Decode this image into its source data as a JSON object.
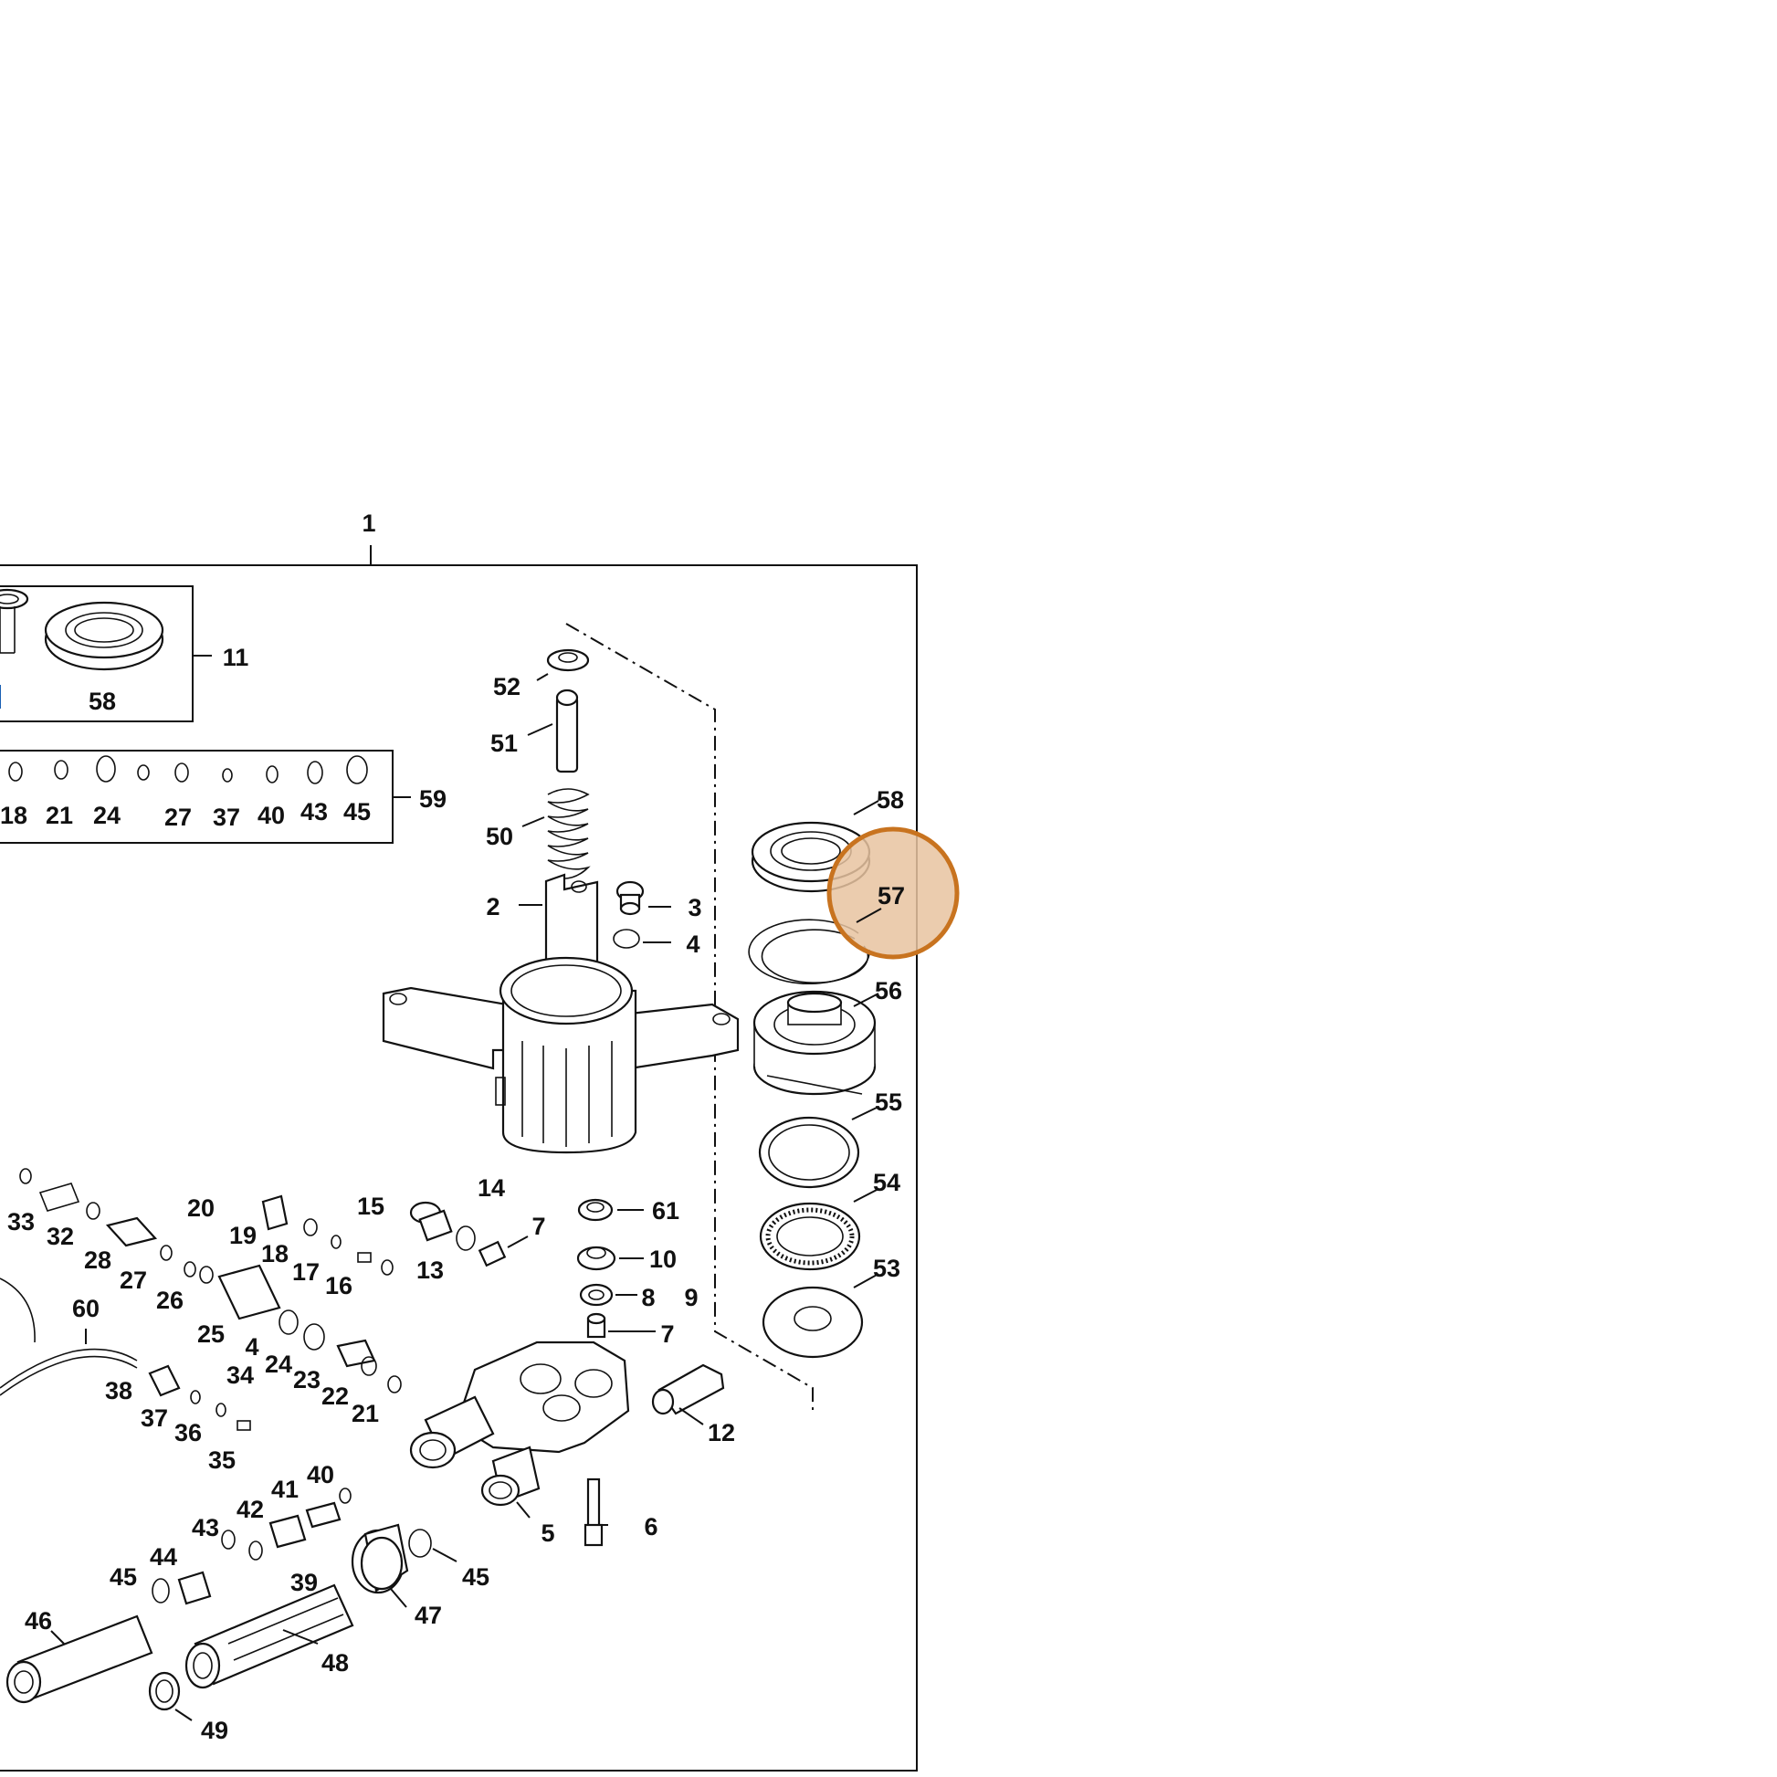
{
  "diagram": {
    "highlight": {
      "label": "57",
      "fill_color": "#e8c3a0",
      "stroke_color": "#c8731f"
    },
    "accent_color": "#1a5fb4",
    "callouts": [
      {
        "id": "c1",
        "label": "1"
      },
      {
        "id": "c11",
        "label": "11"
      },
      {
        "id": "c58a",
        "label": "58"
      },
      {
        "id": "c59",
        "label": "59"
      },
      {
        "id": "k18",
        "label": "18"
      },
      {
        "id": "k21",
        "label": "21"
      },
      {
        "id": "k24",
        "label": "24"
      },
      {
        "id": "k27",
        "label": "27"
      },
      {
        "id": "k37",
        "label": "37"
      },
      {
        "id": "k40",
        "label": "40"
      },
      {
        "id": "k43",
        "label": "43"
      },
      {
        "id": "k45",
        "label": "45"
      },
      {
        "id": "c52",
        "label": "52"
      },
      {
        "id": "c51",
        "label": "51"
      },
      {
        "id": "c50",
        "label": "50"
      },
      {
        "id": "c2",
        "label": "2"
      },
      {
        "id": "c3",
        "label": "3"
      },
      {
        "id": "c4a",
        "label": "4"
      },
      {
        "id": "c58b",
        "label": "58"
      },
      {
        "id": "c56",
        "label": "56"
      },
      {
        "id": "c55",
        "label": "55"
      },
      {
        "id": "c54",
        "label": "54"
      },
      {
        "id": "c53",
        "label": "53"
      },
      {
        "id": "c61",
        "label": "61"
      },
      {
        "id": "c10",
        "label": "10"
      },
      {
        "id": "c8",
        "label": "8"
      },
      {
        "id": "c9",
        "label": "9"
      },
      {
        "id": "c7a",
        "label": "7"
      },
      {
        "id": "c7b",
        "label": "7"
      },
      {
        "id": "c14",
        "label": "14"
      },
      {
        "id": "c13",
        "label": "13"
      },
      {
        "id": "c15",
        "label": "15"
      },
      {
        "id": "c19",
        "label": "19"
      },
      {
        "id": "c18",
        "label": "18"
      },
      {
        "id": "c17",
        "label": "17"
      },
      {
        "id": "c16",
        "label": "16"
      },
      {
        "id": "c20",
        "label": "20"
      },
      {
        "id": "c33",
        "label": "33"
      },
      {
        "id": "c32",
        "label": "32"
      },
      {
        "id": "c28",
        "label": "28"
      },
      {
        "id": "c27",
        "label": "27"
      },
      {
        "id": "c26",
        "label": "26"
      },
      {
        "id": "c25",
        "label": "25"
      },
      {
        "id": "c4b",
        "label": "4"
      },
      {
        "id": "c34",
        "label": "34"
      },
      {
        "id": "c24",
        "label": "24"
      },
      {
        "id": "c23",
        "label": "23"
      },
      {
        "id": "c22",
        "label": "22"
      },
      {
        "id": "c21",
        "label": "21"
      },
      {
        "id": "c60",
        "label": "60"
      },
      {
        "id": "c38",
        "label": "38"
      },
      {
        "id": "c37",
        "label": "37"
      },
      {
        "id": "c36",
        "label": "36"
      },
      {
        "id": "c35",
        "label": "35"
      },
      {
        "id": "c40",
        "label": "40"
      },
      {
        "id": "c41",
        "label": "41"
      },
      {
        "id": "c42",
        "label": "42"
      },
      {
        "id": "c43",
        "label": "43"
      },
      {
        "id": "c44",
        "label": "44"
      },
      {
        "id": "c45a",
        "label": "45"
      },
      {
        "id": "c45b",
        "label": "45"
      },
      {
        "id": "c39",
        "label": "39"
      },
      {
        "id": "c46",
        "label": "46"
      },
      {
        "id": "c47",
        "label": "47"
      },
      {
        "id": "c48",
        "label": "48"
      },
      {
        "id": "c49",
        "label": "49"
      },
      {
        "id": "c12",
        "label": "12"
      },
      {
        "id": "c5",
        "label": "5"
      },
      {
        "id": "c6",
        "label": "6"
      }
    ]
  }
}
